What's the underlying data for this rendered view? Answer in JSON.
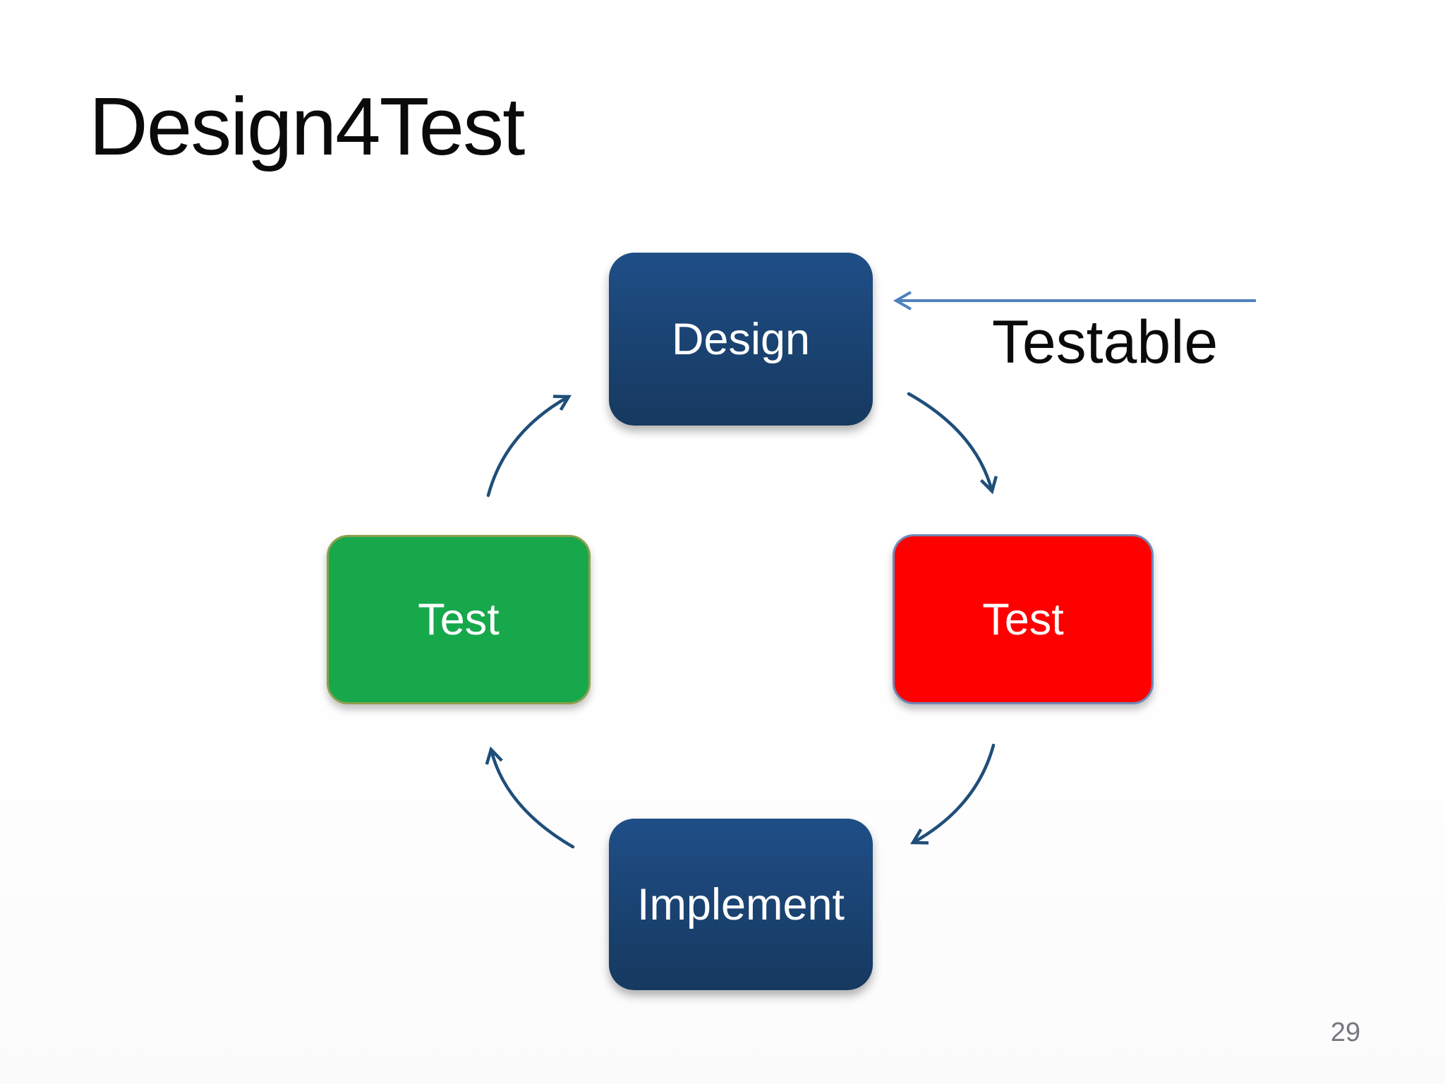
{
  "slide": {
    "title": "Design4Test",
    "page_number": "29"
  },
  "diagram": {
    "type": "cycle",
    "direction": "clockwise",
    "nodes": [
      {
        "id": "design",
        "label": "Design",
        "position": "top",
        "fill": "#1C4880"
      },
      {
        "id": "test-right",
        "label": "Test",
        "position": "right",
        "fill": "#FE0000"
      },
      {
        "id": "implement",
        "label": "Implement",
        "position": "bottom",
        "fill": "#1C4880"
      },
      {
        "id": "test-left",
        "label": "Test",
        "position": "left",
        "fill": "#17A84C"
      }
    ],
    "arrows": [
      {
        "from": "test-left",
        "to": "design"
      },
      {
        "from": "design",
        "to": "test-right"
      },
      {
        "from": "test-right",
        "to": "implement"
      },
      {
        "from": "implement",
        "to": "test-left"
      }
    ],
    "annotation": {
      "label": "Testable",
      "arrow_points_to": "design"
    }
  },
  "colors": {
    "title": "#0A0A0A",
    "node_blue_top": "#1F4E87",
    "node_blue_bottom": "#16395F",
    "node_red": "#FE0000",
    "node_red_border": "#6E89B8",
    "node_green": "#17A84C",
    "node_green_border": "#8BA04A",
    "node_label": "#FFFFFF",
    "cycle_arrow": "#1F4E79",
    "annotation_arrow": "#4F81BD",
    "page_number": "#767680",
    "background": "#FFFFFF"
  }
}
